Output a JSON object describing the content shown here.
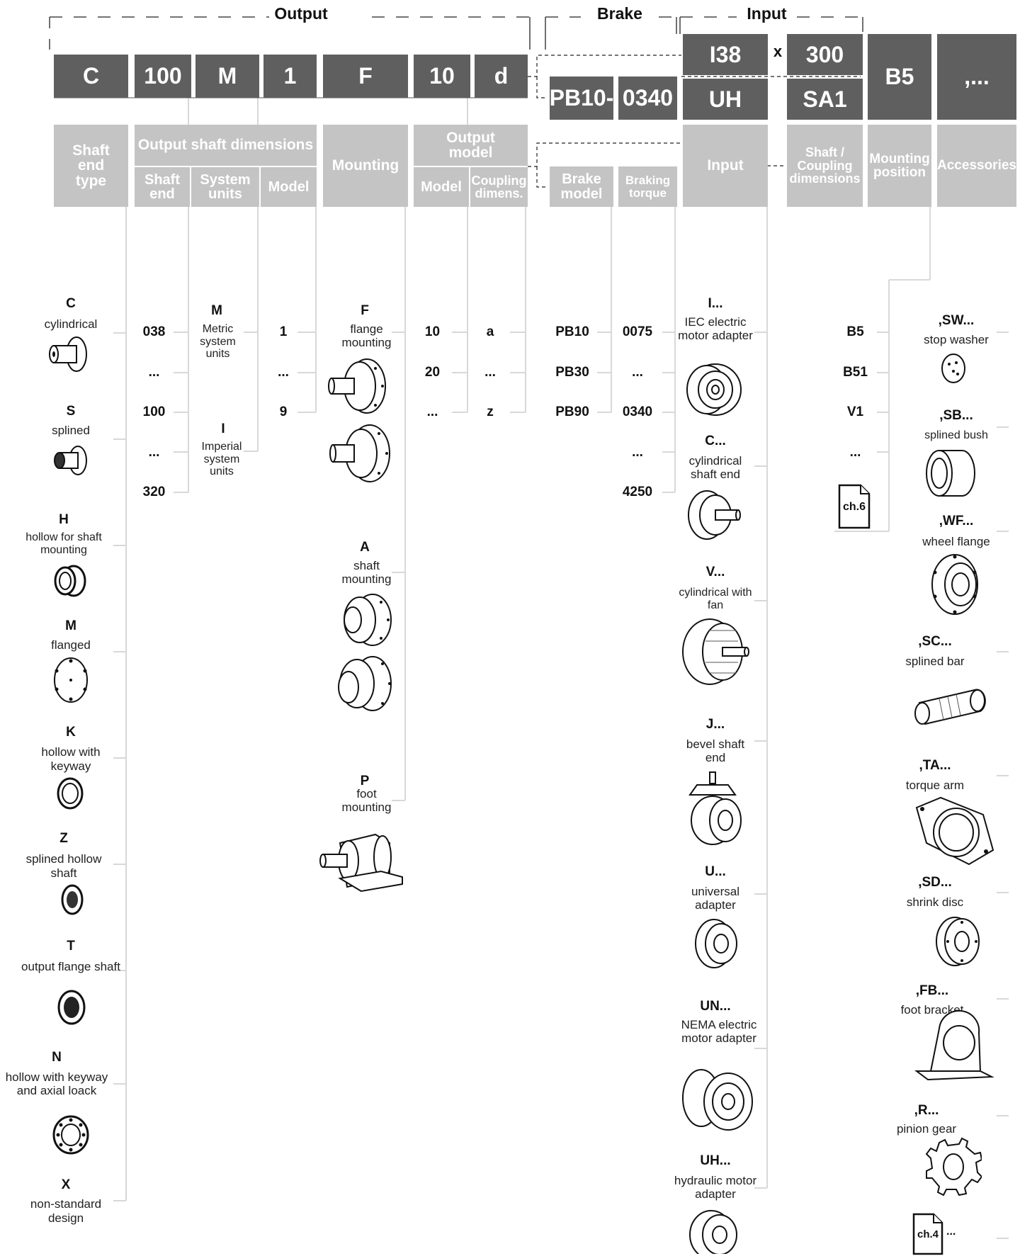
{
  "groups": {
    "output": "Output",
    "brake": "Brake",
    "input": "Input"
  },
  "code_boxes": {
    "c": "C",
    "size": "100",
    "m": "M",
    "n1": "1",
    "f": "F",
    "ten": "10",
    "d": "d",
    "pb": "PB10-",
    "torque": "0340",
    "i38": "I38",
    "x": "x",
    "n300": "300",
    "uh": "UH",
    "sa1": "SA1",
    "b5": "B5",
    "acc": ",..."
  },
  "headers": {
    "shaft_end_type": [
      "Shaft",
      "end",
      "type"
    ],
    "output_shaft_dimensions": "Output shaft dimensions",
    "shaft_end": [
      "Shaft",
      "end"
    ],
    "system_units": [
      "System",
      "units"
    ],
    "model": "Model",
    "mounting": "Mounting",
    "output_model": [
      "Output",
      "model"
    ],
    "om_model": "Model",
    "coupling_dimens": [
      "Coupling",
      "dimens."
    ],
    "brake_model": [
      "Brake",
      "model"
    ],
    "braking_torque": [
      "Braking",
      "torque"
    ],
    "input": "Input",
    "shaft_coupling_dimensions": [
      "Shaft /",
      "Coupling",
      "dimensions"
    ],
    "mounting_position": [
      "Mounting",
      "position"
    ],
    "accessories": "Accessories"
  },
  "shaft_end_types": [
    {
      "code": "C",
      "desc": "cylindrical",
      "icon": "cylindrical-shaft-icon"
    },
    {
      "code": "S",
      "desc": "splined",
      "icon": "splined-shaft-icon"
    },
    {
      "code": "H",
      "desc": "hollow for shaft mounting",
      "icon": "hollow-shaft-icon"
    },
    {
      "code": "M",
      "desc": "flanged",
      "icon": "flanged-shaft-icon"
    },
    {
      "code": "K",
      "desc": "hollow with keyway",
      "icon": "hollow-keyway-icon"
    },
    {
      "code": "Z",
      "desc": "splined hollow shaft",
      "icon": "splined-hollow-icon"
    },
    {
      "code": "T",
      "desc": "output flange shaft",
      "icon": "output-flange-icon"
    },
    {
      "code": "N",
      "desc": "hollow with keyway and axial loack",
      "icon": "hollow-axial-lock-icon"
    },
    {
      "code": "X",
      "desc": "non-standard design",
      "icon": ""
    }
  ],
  "shaft_end_sizes": [
    "038",
    "...",
    "100",
    "...",
    "320"
  ],
  "system_units": [
    {
      "code": "M",
      "desc": "Metric system units"
    },
    {
      "code": "I",
      "desc": "Imperial system units"
    }
  ],
  "models": [
    "1",
    "...",
    "9"
  ],
  "mountings": [
    {
      "code": "F",
      "desc": "flange mounting",
      "icon": "flange-mounting-icon"
    },
    {
      "code": "A",
      "desc": "shaft mounting",
      "icon": "shaft-mounting-icon"
    },
    {
      "code": "P",
      "desc": "foot mounting",
      "icon": "foot-mounting-icon"
    }
  ],
  "output_models": [
    "10",
    "20",
    "..."
  ],
  "coupling_dims": [
    "a",
    "...",
    "z"
  ],
  "brake_models": [
    "PB10",
    "PB30",
    "PB90"
  ],
  "braking_torques": [
    "0075",
    "...",
    "0340",
    "...",
    "4250"
  ],
  "inputs": [
    {
      "code": "I...",
      "desc": "IEC electric motor adapter",
      "icon": "iec-adapter-icon"
    },
    {
      "code": "C...",
      "desc": "cylindrical shaft end",
      "icon": "cylindrical-input-icon"
    },
    {
      "code": "V...",
      "desc": "cylindrical with fan",
      "icon": "fan-input-icon"
    },
    {
      "code": "J...",
      "desc": "bevel shaft end",
      "icon": "bevel-input-icon"
    },
    {
      "code": "U...",
      "desc": "universal adapter",
      "icon": "universal-adapter-icon"
    },
    {
      "code": "UN...",
      "desc": "NEMA electric motor adapter",
      "icon": "nema-adapter-icon"
    },
    {
      "code": "UH...",
      "desc": "hydraulic motor adapter",
      "icon": "hydraulic-adapter-icon"
    }
  ],
  "mounting_positions": [
    "B5",
    "B51",
    "V1",
    "..."
  ],
  "chapter_refs": {
    "ch6": "ch.6",
    "ch4": "ch.4",
    "ch4_more": "..."
  },
  "accessories": [
    {
      "code": ",SW...",
      "desc": "stop washer",
      "icon": "stop-washer-icon"
    },
    {
      "code": ",SB...",
      "desc": "splined bush",
      "icon": "splined-bush-icon"
    },
    {
      "code": ",WF...",
      "desc": "wheel flange",
      "icon": "wheel-flange-icon"
    },
    {
      "code": ",SC...",
      "desc": "splined bar",
      "icon": "splined-bar-icon"
    },
    {
      "code": ",TA...",
      "desc": "torque arm",
      "icon": "torque-arm-icon"
    },
    {
      "code": ",SD...",
      "desc": "shrink disc",
      "icon": "shrink-disc-icon"
    },
    {
      "code": ",FB...",
      "desc": "foot bracket",
      "icon": "foot-bracket-icon"
    },
    {
      "code": ",R...",
      "desc": "pinion gear",
      "icon": "pinion-gear-icon"
    }
  ]
}
